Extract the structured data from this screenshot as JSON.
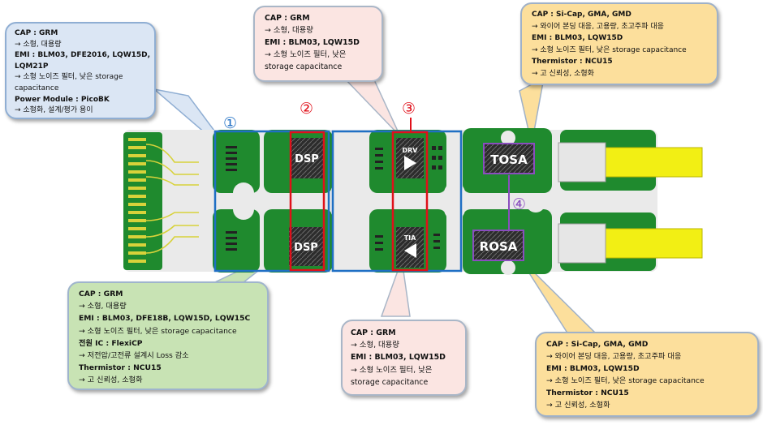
{
  "chips": {
    "dsp_top": "DSP",
    "dsp_bottom": "DSP",
    "drv": "DRV",
    "tia": "TIA",
    "tosa": "TOSA",
    "rosa": "ROSA"
  },
  "markers": {
    "m1": "①",
    "m2": "②",
    "m3": "③",
    "m4": "④"
  },
  "callouts": {
    "top_left": [
      "CAP : GRM",
      "→ 소형, 대용량",
      "EMI : BLM03, DFE2016, LQW15D,",
      "LQM21P",
      "→ 소형 노이즈 필터, 낮은 storage",
      "capacitance",
      "Power Module : PicoBK",
      "→ 소형화, 설계/평가 용이"
    ],
    "top_center": [
      "CAP : GRM",
      "→ 소형, 대용량",
      "EMI : BLM03, LQW15D",
      "→ 소형 노이즈 필터, 낮은",
      "storage capacitance"
    ],
    "top_right": [
      "CAP : Si-Cap, GMA, GMD",
      "→ 와이어 본딩 대응, 고용량, 초고주파 대응",
      "EMI : BLM03, LQW15D",
      "→ 소형 노이즈 필터, 낮은 storage capacitance",
      "Thermistor : NCU15",
      "→ 고 신뢰성, 소형화"
    ],
    "bottom_left": [
      "CAP : GRM",
      "→ 소형, 대용량",
      "EMI : BLM03, DFE18B, LQW15D, LQW15C",
      "→ 소형 노이즈 필터, 낮은 storage capacitance",
      "전원 IC : FlexiCP",
      "→ 저전압/고전류 설계시 Loss 감소",
      "Thermistor : NCU15",
      "→ 고 신뢰성, 소형화"
    ],
    "bottom_center": [
      "CAP : GRM",
      "→ 소형, 대용량",
      "EMI : BLM03, LQW15D",
      "→ 소형 노이즈 필터, 낮은",
      "storage capacitance"
    ],
    "bottom_right": [
      "CAP : Si-Cap, GMA, GMD",
      "→ 와이어 본딩 대응, 고용량, 초고주파 대응",
      "EMI : BLM03, LQW15D",
      "→ 소형 노이즈 필터, 낮은 storage capacitance",
      "Thermistor : NCU15",
      "→ 고 신뢰성, 소형화"
    ]
  },
  "colors": {
    "pcb_green": "#1f8a2e",
    "chip_dark": "#1c1c1c",
    "highlight_blue": "#1f6fc4",
    "highlight_red": "#e0101a",
    "highlight_purple": "#8a4dbf",
    "fiber_yellow": "#f2ef14"
  }
}
